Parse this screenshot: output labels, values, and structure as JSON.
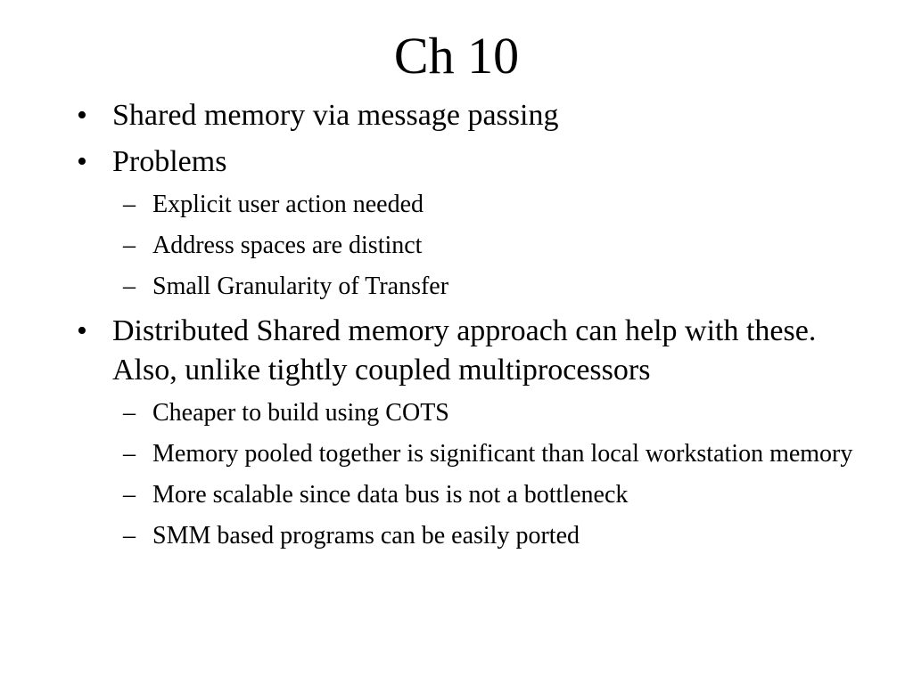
{
  "slide": {
    "title": "Ch 10",
    "bullets": [
      {
        "text": "Shared memory via message passing",
        "subitems": []
      },
      {
        "text": "Problems",
        "subitems": [
          "Explicit user action needed",
          "Address spaces are distinct",
          "Small Granularity of Transfer"
        ]
      },
      {
        "text": "Distributed Shared memory approach can help with these. Also, unlike tightly coupled multiprocessors",
        "subitems": [
          "Cheaper to build using COTS",
          "Memory pooled together is significant than local workstation memory",
          "More scalable since data bus is not a bottleneck",
          "SMM based programs can be easily ported"
        ]
      }
    ],
    "bullet_glyph": "•",
    "sub_glyph": "–"
  }
}
